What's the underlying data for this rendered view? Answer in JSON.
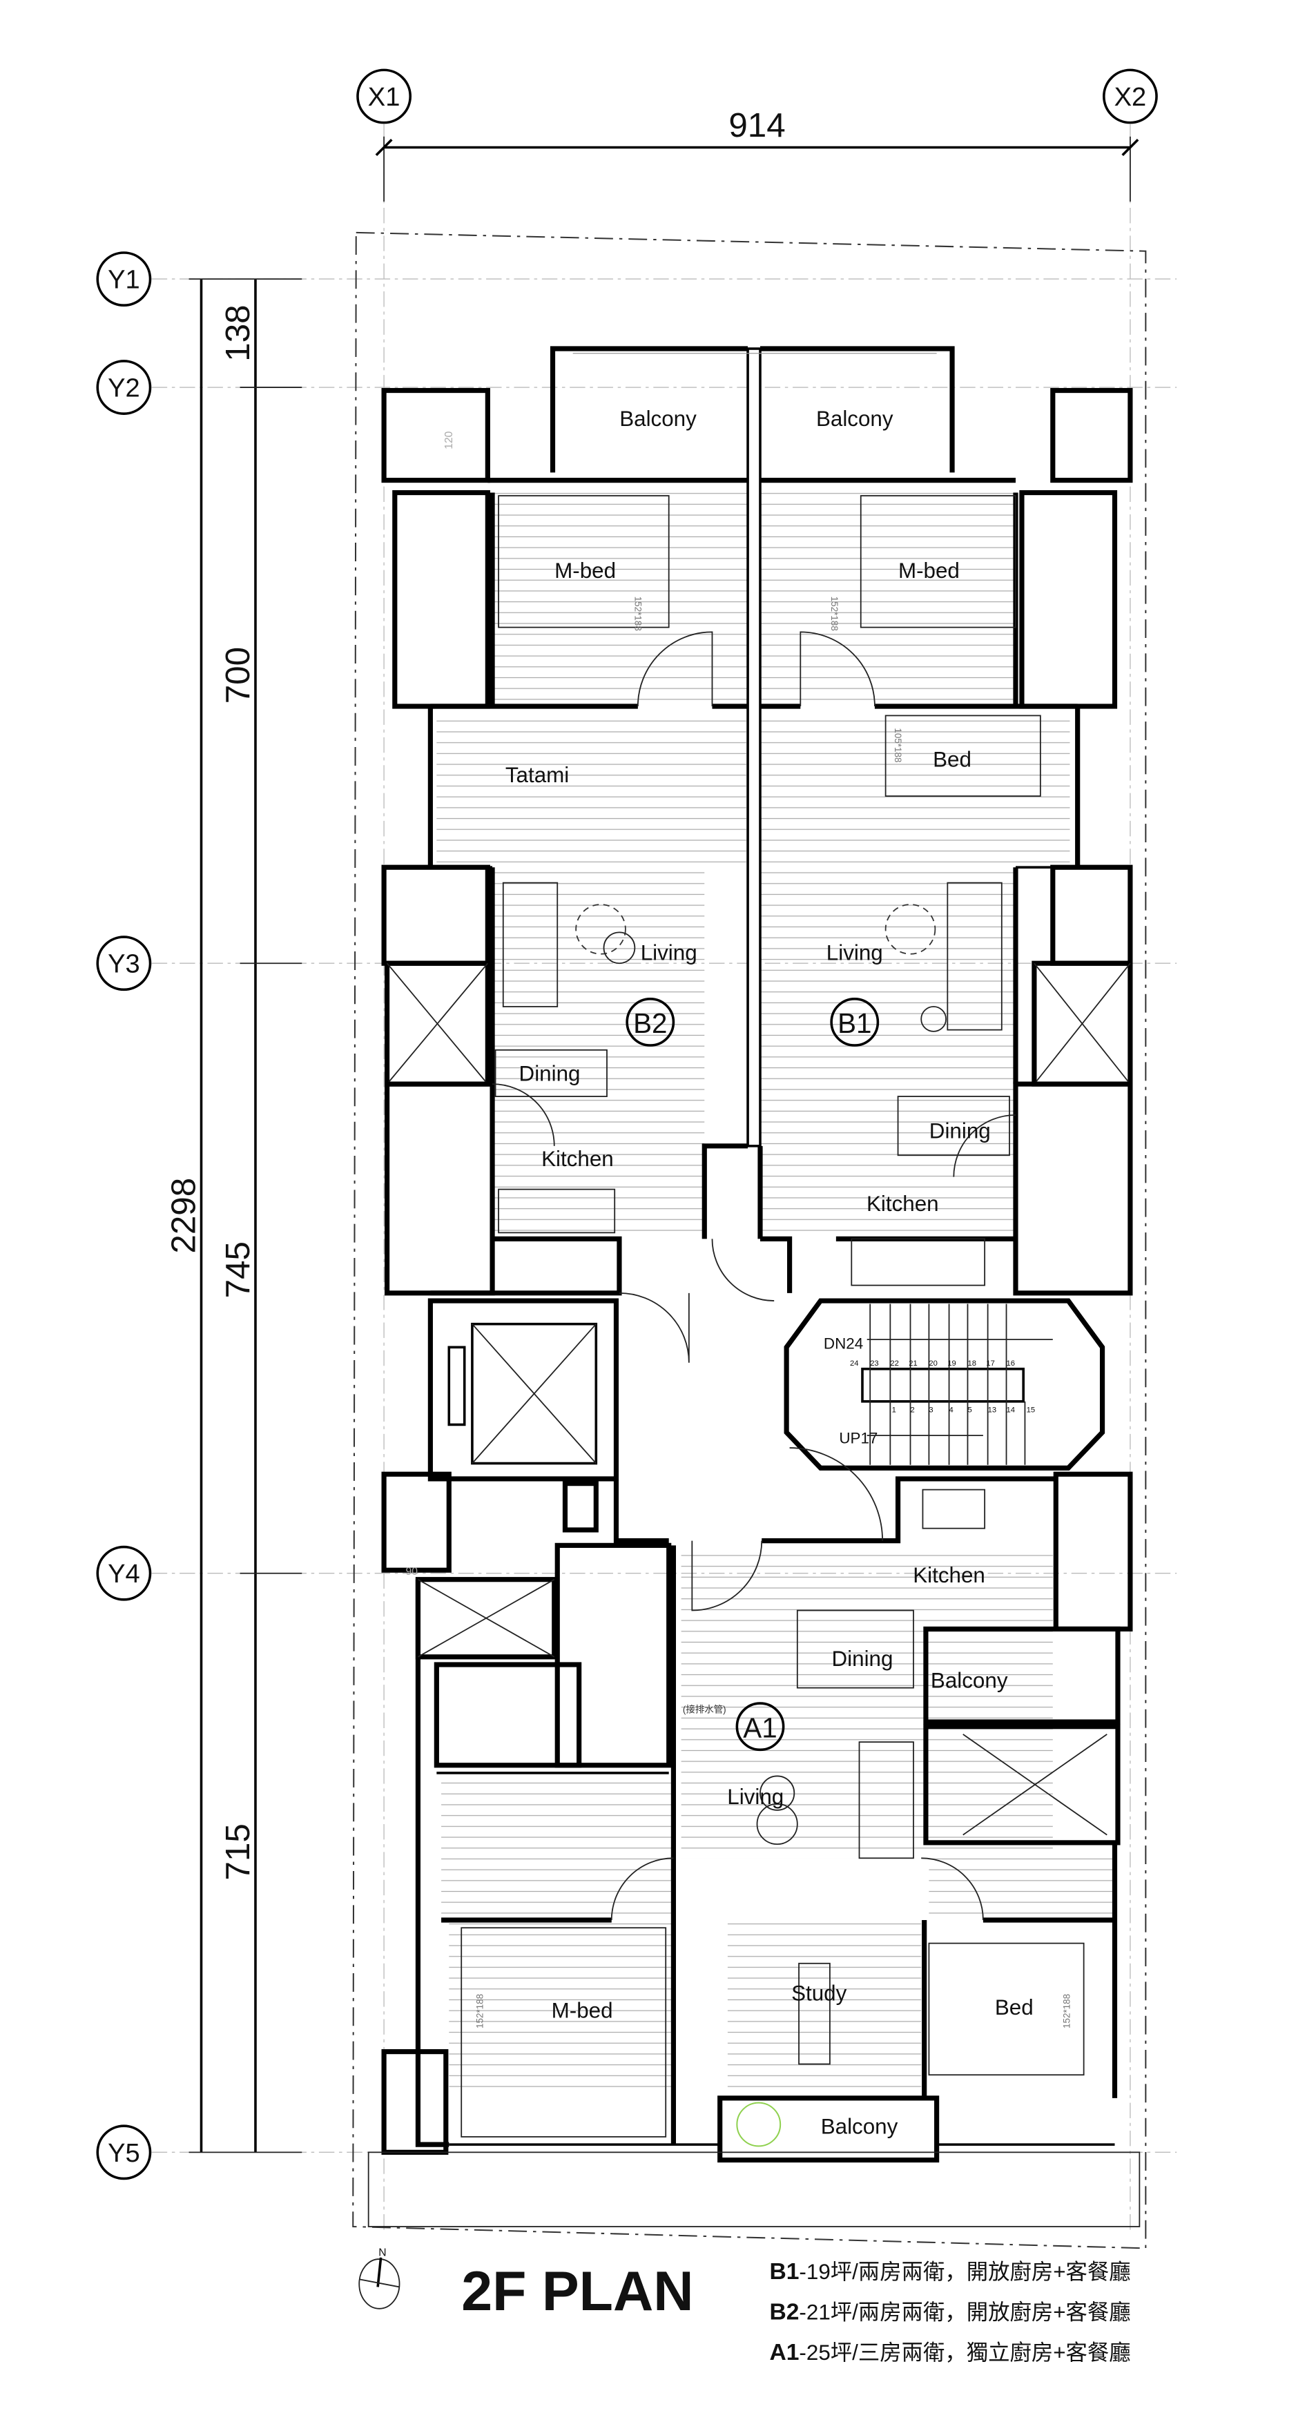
{
  "title": "2F PLAN",
  "north_label": "N",
  "grid": {
    "x_axes": [
      "X1",
      "X2"
    ],
    "y_axes": [
      "Y1",
      "Y2",
      "Y3",
      "Y4",
      "Y5"
    ]
  },
  "dimensions": {
    "overall_width": "914",
    "overall_depth": "2298",
    "segments": [
      "138",
      "700",
      "745",
      "715"
    ]
  },
  "units": [
    {
      "id": "B1",
      "label": "B1"
    },
    {
      "id": "B2",
      "label": "B2"
    },
    {
      "id": "A1",
      "label": "A1"
    }
  ],
  "rooms": {
    "b2_balcony": "Balcony",
    "b1_balcony": "Balcony",
    "b2_mbed": "M-bed",
    "b1_mbed": "M-bed",
    "b2_tatami": "Tatami",
    "b1_bed": "Bed",
    "b2_living": "Living",
    "b1_living": "Living",
    "b2_dining": "Dining",
    "b1_dining": "Dining",
    "b2_kitchen": "Kitchen",
    "b1_kitchen": "Kitchen",
    "a1_kitchen": "Kitchen",
    "a1_dining": "Dining",
    "a1_balcony_side": "Balcony",
    "a1_living": "Living",
    "a1_mbed": "M-bed",
    "a1_study": "Study",
    "a1_bed": "Bed",
    "a1_balcony": "Balcony"
  },
  "bed_sizes": {
    "b2_mbed": "152*188",
    "b1_mbed": "152*188",
    "b1_bed": "105*188",
    "a1_mbed": "152*188",
    "a1_bed": "152*188"
  },
  "stairs": {
    "down": "DN24",
    "up": "UP17",
    "upper_numbers": [
      "24",
      "23",
      "22",
      "21",
      "20",
      "19",
      "18",
      "17",
      "16"
    ],
    "lower_numbers": [
      "1",
      "2",
      "3",
      "4",
      "5",
      "13",
      "14",
      "15"
    ]
  },
  "notes": {
    "drain_pipe": "(接排水管)",
    "ledge_120": "120",
    "ledge_90": "90"
  },
  "legend": [
    {
      "code": "B1",
      "desc": "-19坪/兩房兩衛，開放廚房+客餐廳"
    },
    {
      "code": "B2",
      "desc": "-21坪/兩房兩衛，開放廚房+客餐廳"
    },
    {
      "code": "A1",
      "desc": "-25坪/三房兩衛，獨立廚房+客餐廳"
    }
  ],
  "colors": {
    "walls": "#000000",
    "tree": "#8fd14f",
    "grid": "#bbbbbb"
  }
}
